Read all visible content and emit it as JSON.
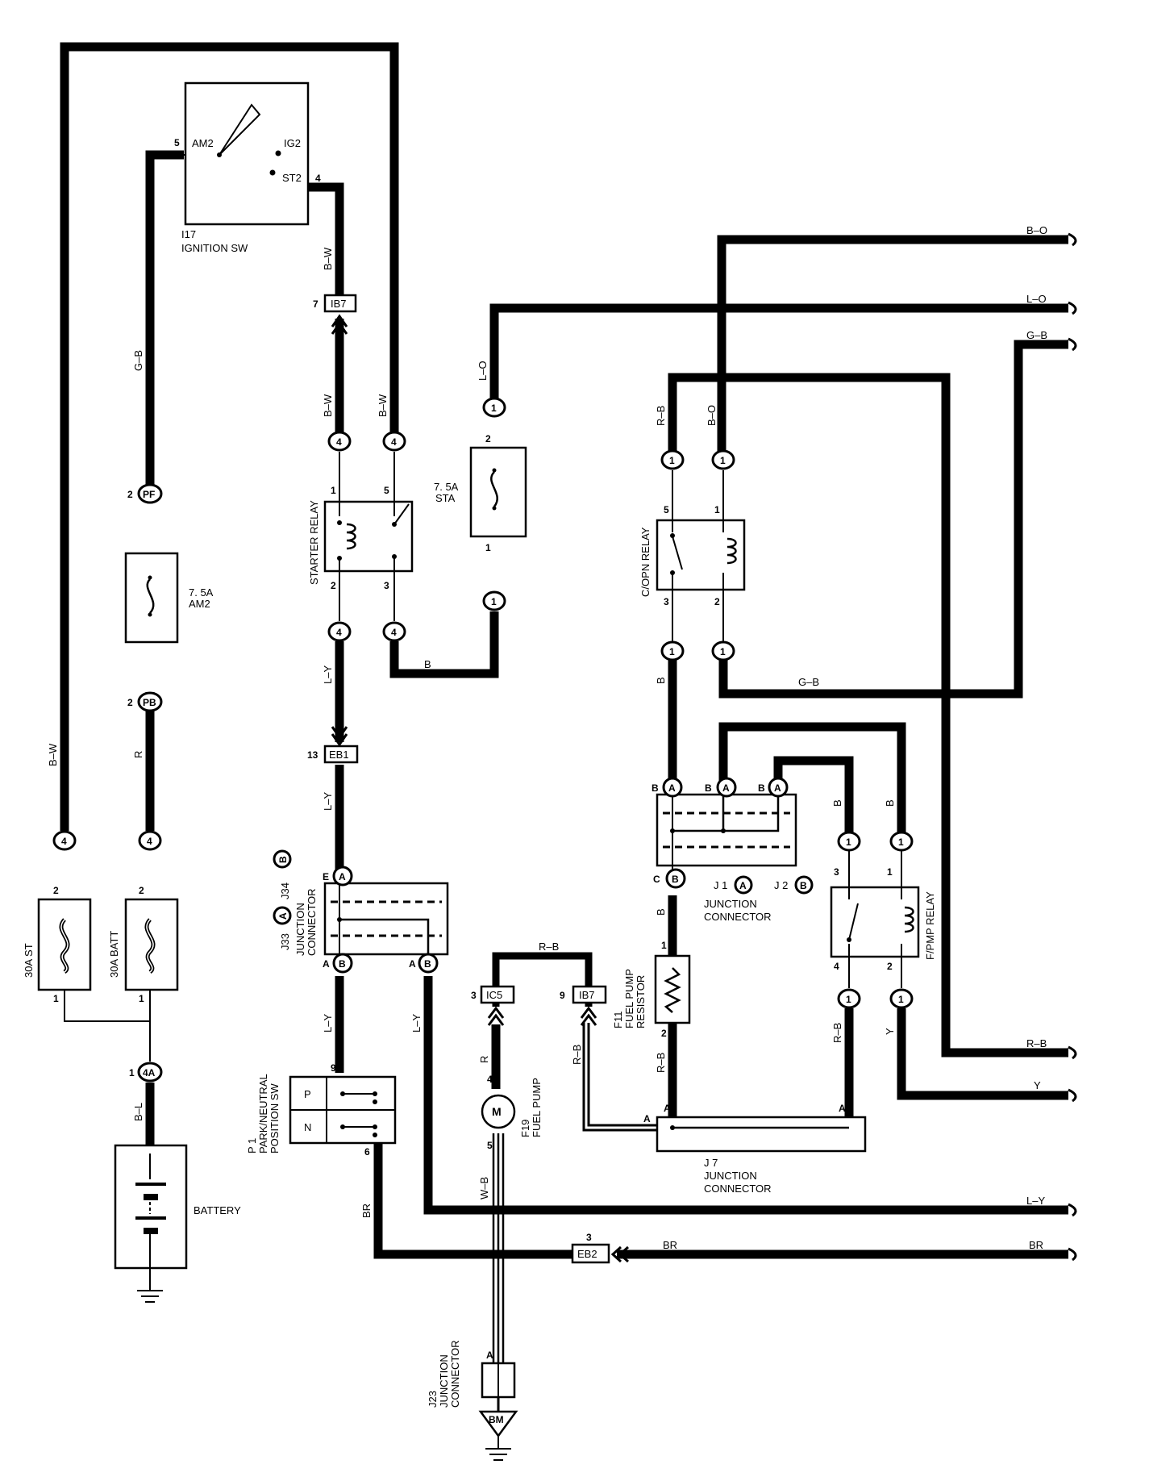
{
  "components": {
    "ignition_sw": {
      "id": "I17",
      "name": "IGNITION SW",
      "pins": {
        "am2": "AM2",
        "ig2": "IG2",
        "st2": "ST2",
        "am2_no": "5",
        "st2_no": "4"
      }
    },
    "fuse_am2": {
      "rating": "7. 5A",
      "name": "AM2"
    },
    "fuse_sta": {
      "rating": "7. 5A",
      "name": "STA",
      "pin_top": "2",
      "pin_bottom": "1"
    },
    "fusible_st": {
      "rating": "30A",
      "name": "ST",
      "label": "30A ST",
      "pin_top": "2",
      "pin_bottom": "1"
    },
    "fusible_batt": {
      "rating": "30A",
      "name": "BATT",
      "label": "30A BATT",
      "pin_top": "2",
      "pin_bottom": "1"
    },
    "battery": {
      "name": "BATTERY"
    },
    "starter_relay": {
      "name": "STARTER RELAY",
      "pins": [
        "1",
        "5",
        "2",
        "3"
      ]
    },
    "copn_relay": {
      "name": "C/OPN RELAY",
      "pins": [
        "5",
        "1",
        "3",
        "2"
      ]
    },
    "fpmp_relay": {
      "name": "F/PMP RELAY",
      "pins": [
        "3",
        "1",
        "4",
        "2"
      ]
    },
    "fuel_pump": {
      "id": "F19",
      "name": "FUEL PUMP",
      "symbol": "M",
      "pins": [
        "4",
        "5"
      ]
    },
    "fuel_pump_resistor": {
      "id": "F11",
      "name_line1": "FUEL PUMP",
      "name_line2": "RESISTOR",
      "pins": [
        "1",
        "2"
      ]
    },
    "pn_switch": {
      "id": "P 1",
      "name_line1": "PARK/NEUTRAL",
      "name_line2": "POSITION SW",
      "positions": [
        "P",
        "N"
      ],
      "pins": [
        "9",
        "6"
      ]
    },
    "j33_j34": {
      "label_j33": "J33",
      "label_j34": "J34",
      "name_line1": "JUNCTION",
      "name_line2": "CONNECTOR",
      "markers": [
        "A",
        "B"
      ],
      "pins": [
        "E",
        "A",
        "B",
        "A",
        "B"
      ]
    },
    "j1_j2": {
      "label_j1": "J 1",
      "label_j2": "J 2",
      "name_line1": "JUNCTION",
      "name_line2": "CONNECTOR",
      "markers": [
        "A",
        "B"
      ],
      "pins_top": [
        "B",
        "A",
        "B",
        "A",
        "B",
        "A"
      ],
      "pins_bottom": [
        "C",
        "B"
      ]
    },
    "j7": {
      "id": "J 7",
      "name_line1": "JUNCTION",
      "name_line2": "CONNECTOR",
      "pins": [
        "A",
        "A",
        "A"
      ]
    },
    "j23": {
      "id": "J23",
      "name_line1": "JUNCTION",
      "name_line2": "CONNECTOR",
      "pin": "A"
    }
  },
  "connectors": {
    "ib7_upper": {
      "code": "IB7",
      "pin": "7"
    },
    "ib7_lower": {
      "code": "IB7",
      "pin": "9"
    },
    "eb1": {
      "code": "EB1",
      "pin": "13"
    },
    "eb2": {
      "code": "EB2",
      "pin": "3"
    },
    "ic5": {
      "code": "IC5",
      "pin": "3"
    },
    "pf": {
      "code": "PF",
      "pin": "2"
    },
    "pb": {
      "code": "PB",
      "pin": "2"
    },
    "c4a": {
      "code": "4A",
      "pin": "1"
    },
    "bm": {
      "code": "BM"
    },
    "four": "4",
    "one": "1"
  },
  "wires": {
    "b_w": "B–W",
    "g_b": "G–B",
    "r": "R",
    "b_l": "B–L",
    "l_y": "L–Y",
    "l_o": "L–O",
    "b": "B",
    "r_b": "R–B",
    "b_o": "B–O",
    "y": "Y",
    "br": "BR",
    "w_b": "W–B"
  }
}
